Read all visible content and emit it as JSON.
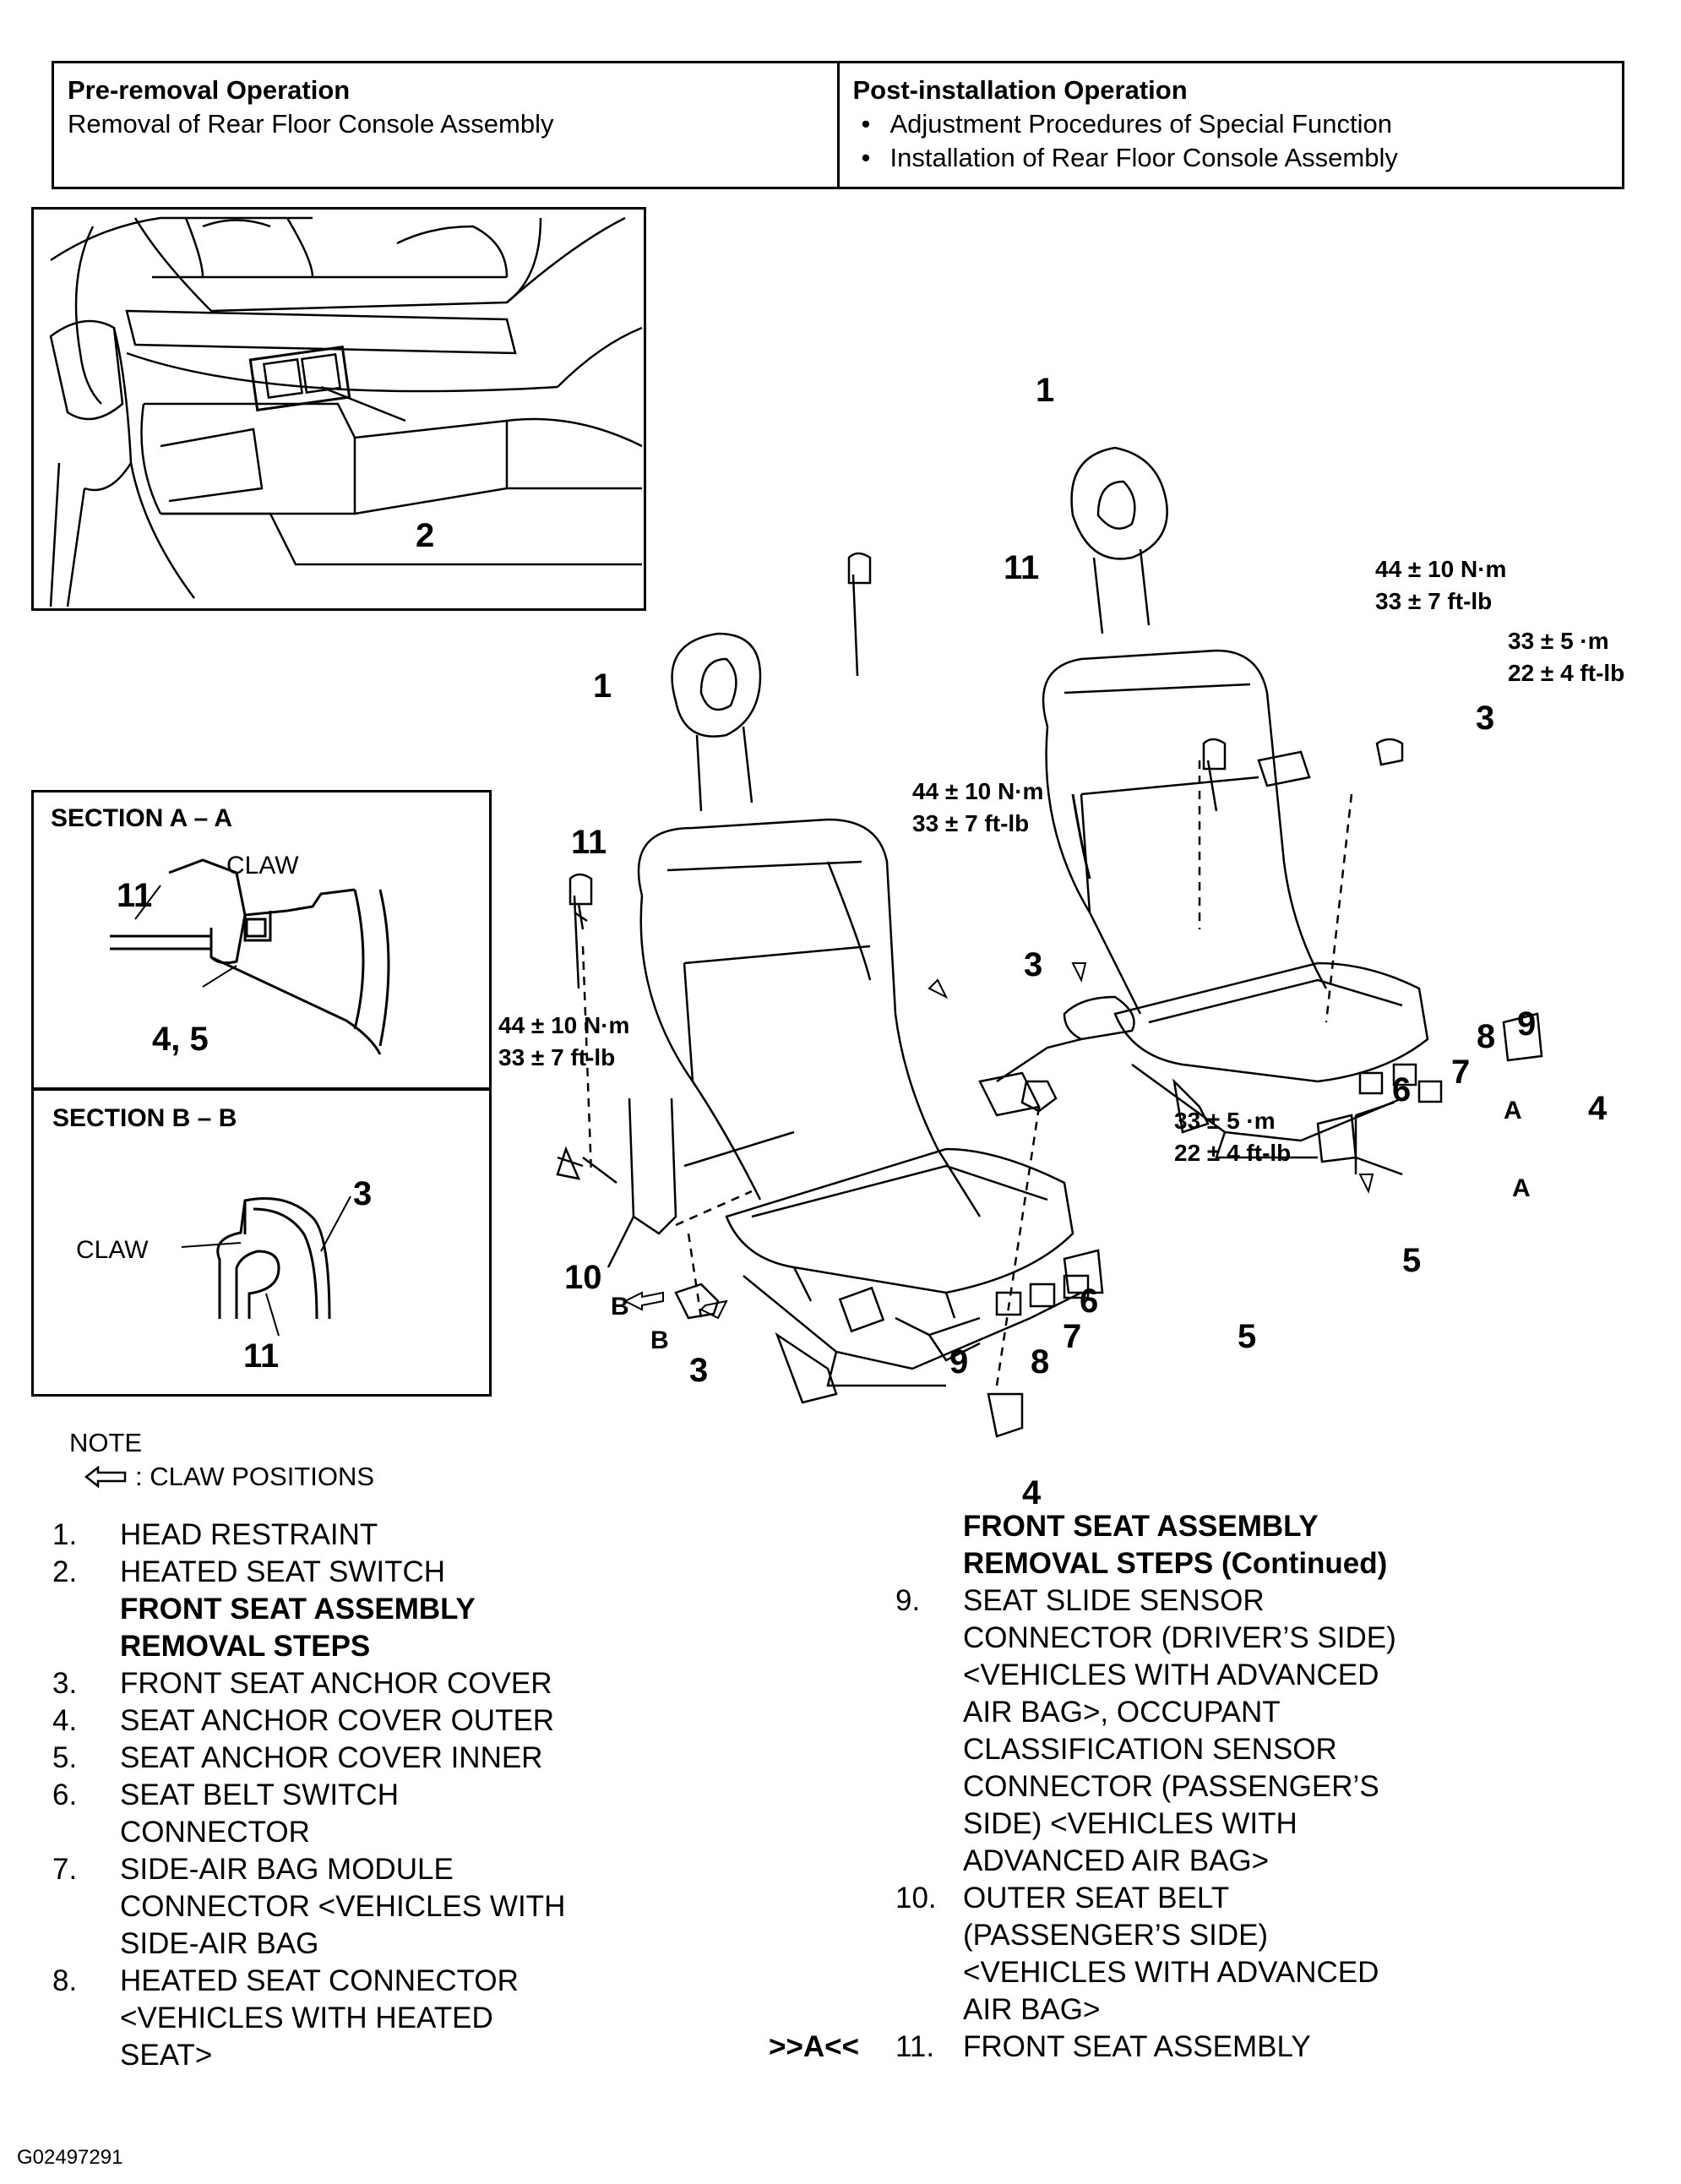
{
  "operations": {
    "pre": {
      "title": "Pre-removal Operation",
      "items": [
        "Removal of Rear Floor Console Assembly"
      ]
    },
    "post": {
      "title": "Post-installation Operation",
      "items": [
        "Adjustment Procedures of Special Function",
        "Installation of Rear Floor Console Assembly"
      ]
    }
  },
  "callouts": {
    "c1a": "1",
    "c1b": "1",
    "c11a": "11",
    "c11b": "11",
    "c2": "2",
    "c3a": "3",
    "c3b": "3",
    "c3c": "3",
    "c4a": "4",
    "c4b": "4",
    "c5a": "5",
    "c5b": "5",
    "c6a": "6",
    "c6b": "6",
    "c7a": "7",
    "c7b": "7",
    "c8a": "8",
    "c8b": "8",
    "c9a": "9",
    "c9b": "9",
    "c10": "10",
    "ca1": "A",
    "ca2": "A",
    "cb1": "B",
    "cb2": "B"
  },
  "torques": {
    "t1": "44 ± 10 N·m\n33 ± 7 ft-lb",
    "t2": "33 ± 5 ·m\n22 ± 4 ft-lb",
    "t3": "44 ± 10 N·m\n33 ± 7 ft-lb",
    "t4": "44 ± 10 N·m\n33 ± 7 ft-lb",
    "t5": "33 ± 5 ·m\n22 ± 4 ft-lb"
  },
  "section_aa": {
    "title": "SECTION A – A",
    "claw": "CLAW",
    "n11": "11",
    "n45": "4, 5"
  },
  "section_bb": {
    "title": "SECTION B – B",
    "claw": "CLAW",
    "n3": "3",
    "n11": "11"
  },
  "note": {
    "title": "NOTE",
    "legend": ": CLAW POSITIONS"
  },
  "steps_left": [
    {
      "num": "1.",
      "text": "HEAD RESTRAINT"
    },
    {
      "num": "2.",
      "text": "HEATED SEAT SWITCH"
    },
    {
      "num": "",
      "text": "FRONT SEAT ASSEMBLY",
      "bold": true
    },
    {
      "num": "",
      "text": "REMOVAL STEPS",
      "bold": true
    },
    {
      "num": "3.",
      "text": "FRONT SEAT ANCHOR COVER"
    },
    {
      "num": "4.",
      "text": "SEAT ANCHOR COVER OUTER"
    },
    {
      "num": "5.",
      "text": "SEAT ANCHOR COVER INNER"
    },
    {
      "num": "6.",
      "text": "SEAT BELT SWITCH"
    },
    {
      "num": "",
      "text": "CONNECTOR"
    },
    {
      "num": "7.",
      "text": "SIDE-AIR BAG MODULE"
    },
    {
      "num": "",
      "text": "CONNECTOR <VEHICLES WITH"
    },
    {
      "num": "",
      "text": "SIDE-AIR BAG"
    },
    {
      "num": "8.",
      "text": "HEATED SEAT CONNECTOR"
    },
    {
      "num": "",
      "text": "<VEHICLES WITH HEATED"
    },
    {
      "num": "",
      "text": "SEAT>"
    }
  ],
  "steps_right": [
    {
      "mark": "",
      "num": "",
      "text": "FRONT SEAT ASSEMBLY",
      "bold": true
    },
    {
      "mark": "",
      "num": "",
      "text": "REMOVAL STEPS (Continued)",
      "bold": true
    },
    {
      "mark": "",
      "num": "9.",
      "text": "SEAT SLIDE SENSOR"
    },
    {
      "mark": "",
      "num": "",
      "text": "CONNECTOR (DRIVER’S SIDE)"
    },
    {
      "mark": "",
      "num": "",
      "text": "<VEHICLES WITH ADVANCED"
    },
    {
      "mark": "",
      "num": "",
      "text": "AIR BAG>, OCCUPANT"
    },
    {
      "mark": "",
      "num": "",
      "text": "CLASSIFICATION SENSOR"
    },
    {
      "mark": "",
      "num": "",
      "text": "CONNECTOR (PASSENGER’S"
    },
    {
      "mark": "",
      "num": "",
      "text": "SIDE) <VEHICLES WITH"
    },
    {
      "mark": "",
      "num": "",
      "text": "ADVANCED AIR BAG>"
    },
    {
      "mark": "",
      "num": "10.",
      "text": "OUTER SEAT BELT"
    },
    {
      "mark": "",
      "num": "",
      "text": "(PASSENGER’S SIDE)"
    },
    {
      "mark": "",
      "num": "",
      "text": "<VEHICLES WITH ADVANCED"
    },
    {
      "mark": "",
      "num": "",
      "text": "AIR BAG>"
    },
    {
      "mark": ">>A<<",
      "num": "11.",
      "text": "FRONT SEAT ASSEMBLY"
    }
  ],
  "figure_id": "G02497291"
}
